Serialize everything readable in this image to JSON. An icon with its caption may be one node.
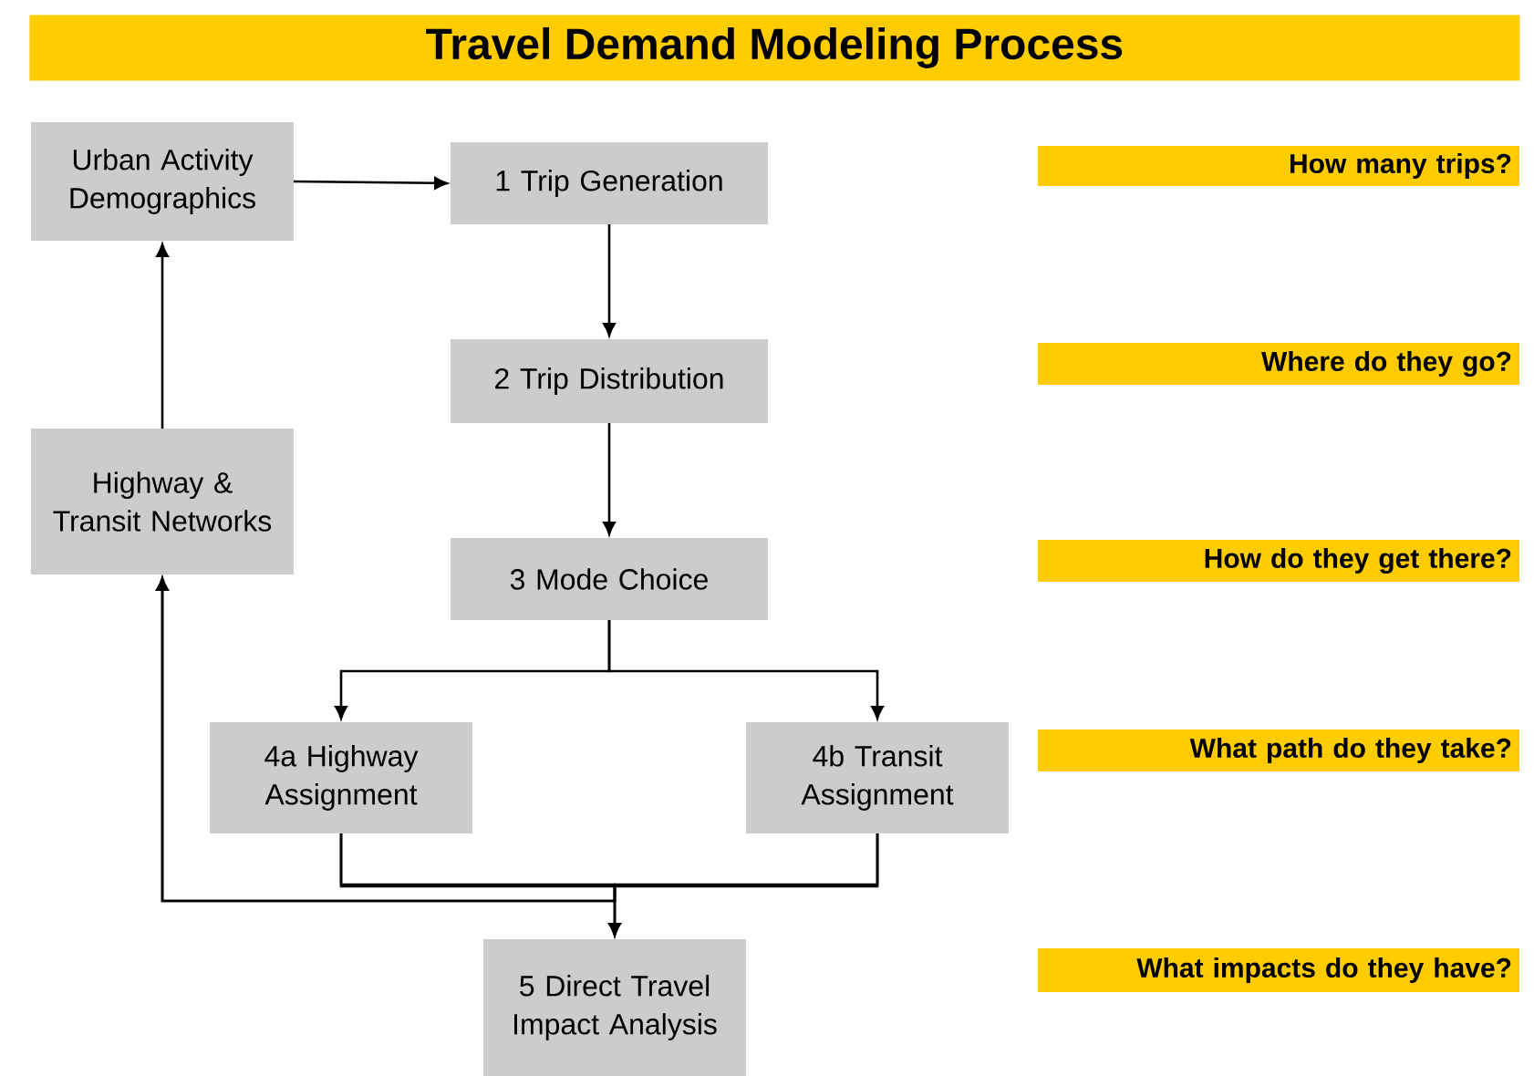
{
  "diagram": {
    "title": "Travel Demand Modeling Process",
    "nodes": [
      {
        "text": [
          "Urban Activity Demographics"
        ]
      },
      {
        "text": [
          "1 Trip Generation"
        ]
      },
      {
        "text": [
          "2 Trip Distribution"
        ]
      },
      {
        "text": [
          "Highway & Transit Networks"
        ]
      },
      {
        "text": [
          "3 Mode Choice"
        ]
      },
      {
        "text": [
          "4a Highway Assignment"
        ]
      },
      {
        "text": [
          "4b Transit Assignment"
        ]
      },
      {
        "text": [
          "5 Direct Travel Impact Analysis"
        ]
      },
      {
        "text": [
          "How many trips?"
        ]
      },
      {
        "text": [
          "Where do they go?"
        ]
      },
      {
        "text": [
          "How do they get there?"
        ]
      },
      {
        "text": [
          "What path do they take?"
        ]
      },
      {
        "text": [
          "What impacts do they have?"
        ]
      }
    ],
    "edges": [
      {
        "from": 0,
        "to": 1,
        "arrow": "to"
      },
      {
        "from": 1,
        "to": 2,
        "arrow": "to"
      },
      {
        "from": 2,
        "to": 4,
        "arrow": "to"
      },
      {
        "from": 3,
        "to": 0,
        "arrow": "to"
      },
      {
        "from": 4,
        "to": 5,
        "arrow": "to"
      },
      {
        "from": 4,
        "to": 6,
        "arrow": "to"
      },
      {
        "from": 5,
        "to": 7,
        "arrow": "to"
      },
      {
        "from": 6,
        "to": 7,
        "arrow": "to"
      },
      {
        "from": 5,
        "to": 3,
        "arrow": "to"
      },
      {
        "from": 6,
        "to": 3,
        "arrow": "to"
      }
    ]
  }
}
